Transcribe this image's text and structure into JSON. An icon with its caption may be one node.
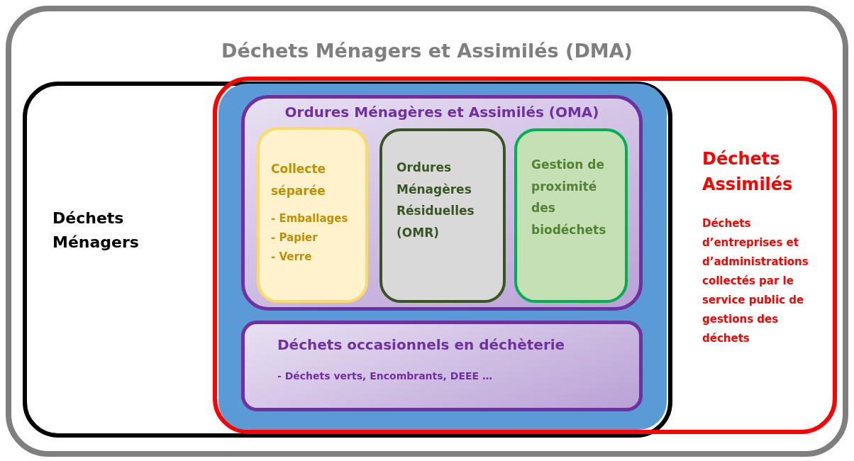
{
  "diagram": {
    "nodes": [
      {
        "text": [
          "Déchets Ménagers et Assimilés (DMA)"
        ]
      },
      {
        "text": [
          "Déchets Ménagers"
        ],
        "in": 0
      },
      {
        "text": [
          "Déchets Assimilés",
          "Déchets d’entreprises et d’administrations collectés par le service public de gestions des déchets"
        ],
        "in": 0
      },
      {
        "text": [],
        "shape": "box"
      },
      {
        "text": [
          "Ordures Ménagères et Assimilés (OMA)"
        ],
        "in": 3
      },
      {
        "text": [
          "Collecte séparée",
          "- Emballages",
          "- Papier",
          "- Verre"
        ],
        "in": 4
      },
      {
        "text": [
          "Ordures Ménagères Résiduelles (OMR)"
        ],
        "in": 4
      },
      {
        "text": [
          "Gestion de proximité des biodéchets"
        ],
        "in": 4
      },
      {
        "text": [
          "Déchets occasionnels en déchèterie",
          "- Déchets verts, Encombrants, DEEE …"
        ],
        "in": 3
      }
    ],
    "edges": []
  }
}
